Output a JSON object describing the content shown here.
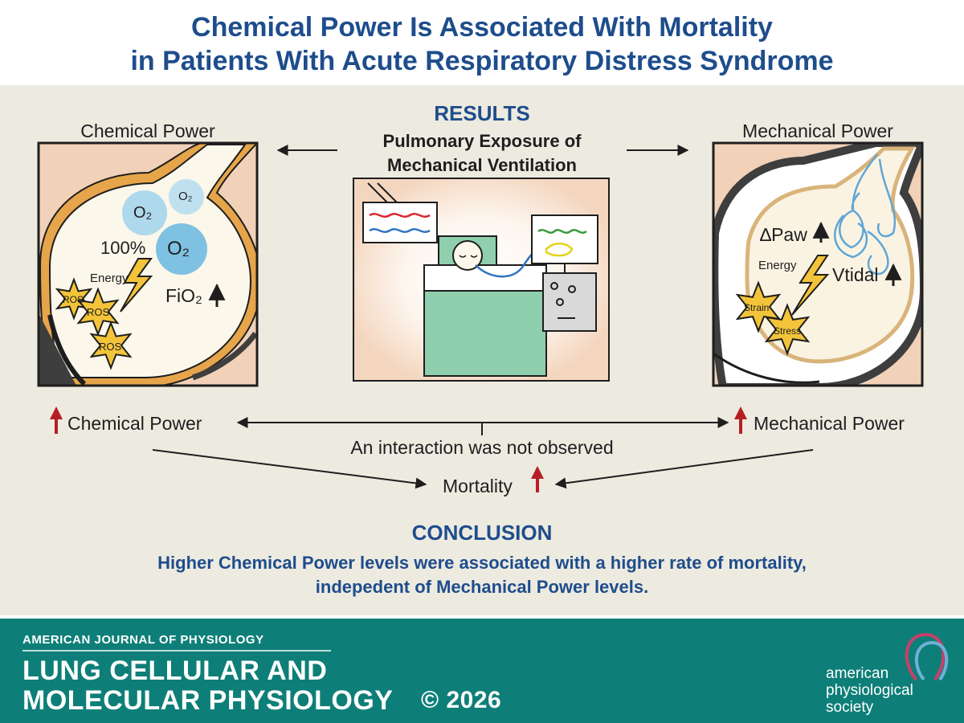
{
  "title": {
    "line1": "Chemical Power Is Associated With Mortality",
    "line2": "in Patients With Acute Respiratory Distress Syndrome"
  },
  "results": {
    "heading": "RESULTS",
    "subtitle_line1": "Pulmonary Exposure of",
    "subtitle_line2": "Mechanical Ventilation"
  },
  "left_panel": {
    "title": "Chemical Power",
    "o2": "O₂",
    "percent": "100%",
    "energy": "Energy",
    "fio2": "FiO₂",
    "ros": "ROS"
  },
  "right_panel": {
    "title": "Mechanical Power",
    "dpaw": "∆Paw",
    "energy": "Energy",
    "vtidal": "Vtidal",
    "strain": "Strain",
    "stress": "Stress"
  },
  "relations": {
    "chemical": "Chemical Power",
    "mechanical": "Mechanical Power",
    "interaction": "An interaction was not observed",
    "mortality": "Mortality"
  },
  "conclusion": {
    "heading": "CONCLUSION",
    "line1": "Higher Chemical Power levels were associated with a higher rate of mortality,",
    "line2": "indepedent of Mechanical Power levels."
  },
  "footer": {
    "journal_small": "AMERICAN JOURNAL OF PHYSIOLOGY",
    "journal_line1": "LUNG CELLULAR AND",
    "journal_line2": "MOLECULAR PHYSIOLOGY",
    "copyright": "© 2026",
    "society_line1": "american",
    "society_line2": "physiological",
    "society_line3": "society"
  },
  "colors": {
    "title_blue": "#1e4d8c",
    "panel_bg": "#edeae0",
    "footer_teal": "#0e7f78",
    "up_arrow_red": "#b51f24",
    "star_yellow": "#f3c43a",
    "bed_green": "#8fcfae"
  }
}
